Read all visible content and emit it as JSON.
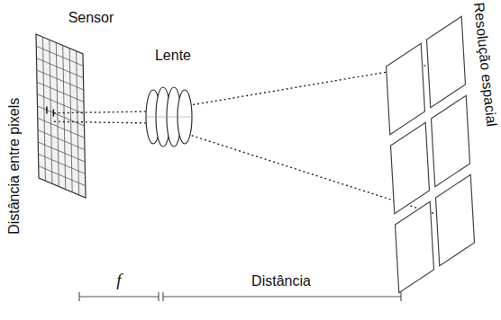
{
  "diagram": {
    "labels": [
      "Sensor",
      "Lente",
      "Distância entre pixels",
      "Resolução espacial",
      "f",
      "Distância"
    ]
  }
}
